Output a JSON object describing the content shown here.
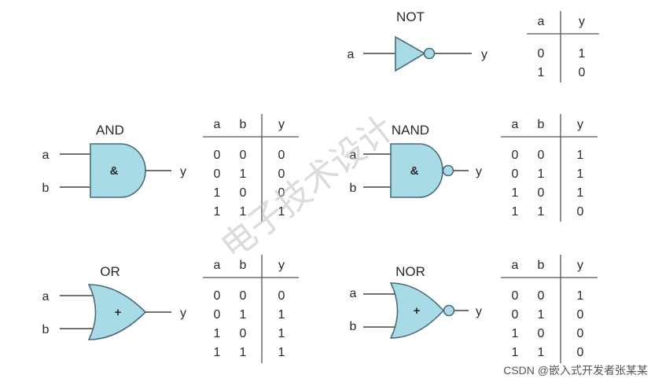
{
  "gates": {
    "not": {
      "name": "NOT",
      "inputs": [
        "a"
      ],
      "output": "y",
      "symbol": ""
    },
    "and": {
      "name": "AND",
      "inputs": [
        "a",
        "b"
      ],
      "output": "y",
      "symbol": "&"
    },
    "nand": {
      "name": "NAND",
      "inputs": [
        "a",
        "b"
      ],
      "output": "y",
      "symbol": "&"
    },
    "or": {
      "name": "OR",
      "inputs": [
        "a",
        "b"
      ],
      "output": "y",
      "symbol": "+"
    },
    "nor": {
      "name": "NOR",
      "inputs": [
        "a",
        "b"
      ],
      "output": "y",
      "symbol": "+"
    }
  },
  "tables": {
    "not": {
      "headers": [
        "a",
        "y"
      ],
      "rows": [
        [
          "0",
          "1"
        ],
        [
          "1",
          "0"
        ]
      ]
    },
    "and": {
      "headers": [
        "a",
        "b",
        "y"
      ],
      "rows": [
        [
          "0",
          "0",
          "0"
        ],
        [
          "0",
          "1",
          "0"
        ],
        [
          "1",
          "0",
          "0"
        ],
        [
          "1",
          "1",
          "1"
        ]
      ]
    },
    "nand": {
      "headers": [
        "a",
        "b",
        "y"
      ],
      "rows": [
        [
          "0",
          "0",
          "1"
        ],
        [
          "0",
          "1",
          "1"
        ],
        [
          "1",
          "0",
          "1"
        ],
        [
          "1",
          "1",
          "0"
        ]
      ]
    },
    "or": {
      "headers": [
        "a",
        "b",
        "y"
      ],
      "rows": [
        [
          "0",
          "0",
          "0"
        ],
        [
          "0",
          "1",
          "1"
        ],
        [
          "1",
          "0",
          "1"
        ],
        [
          "1",
          "1",
          "1"
        ]
      ]
    },
    "nor": {
      "headers": [
        "a",
        "b",
        "y"
      ],
      "rows": [
        [
          "0",
          "0",
          "1"
        ],
        [
          "0",
          "1",
          "0"
        ],
        [
          "1",
          "0",
          "0"
        ],
        [
          "1",
          "1",
          "0"
        ]
      ]
    }
  },
  "watermark": "电子技术设计",
  "footer": "CSDN @嵌入式开发者张某某",
  "colors": {
    "gate_fill": "#a9dbe7",
    "gate_stroke": "#4a6b78",
    "text": "#2a2a2a"
  }
}
